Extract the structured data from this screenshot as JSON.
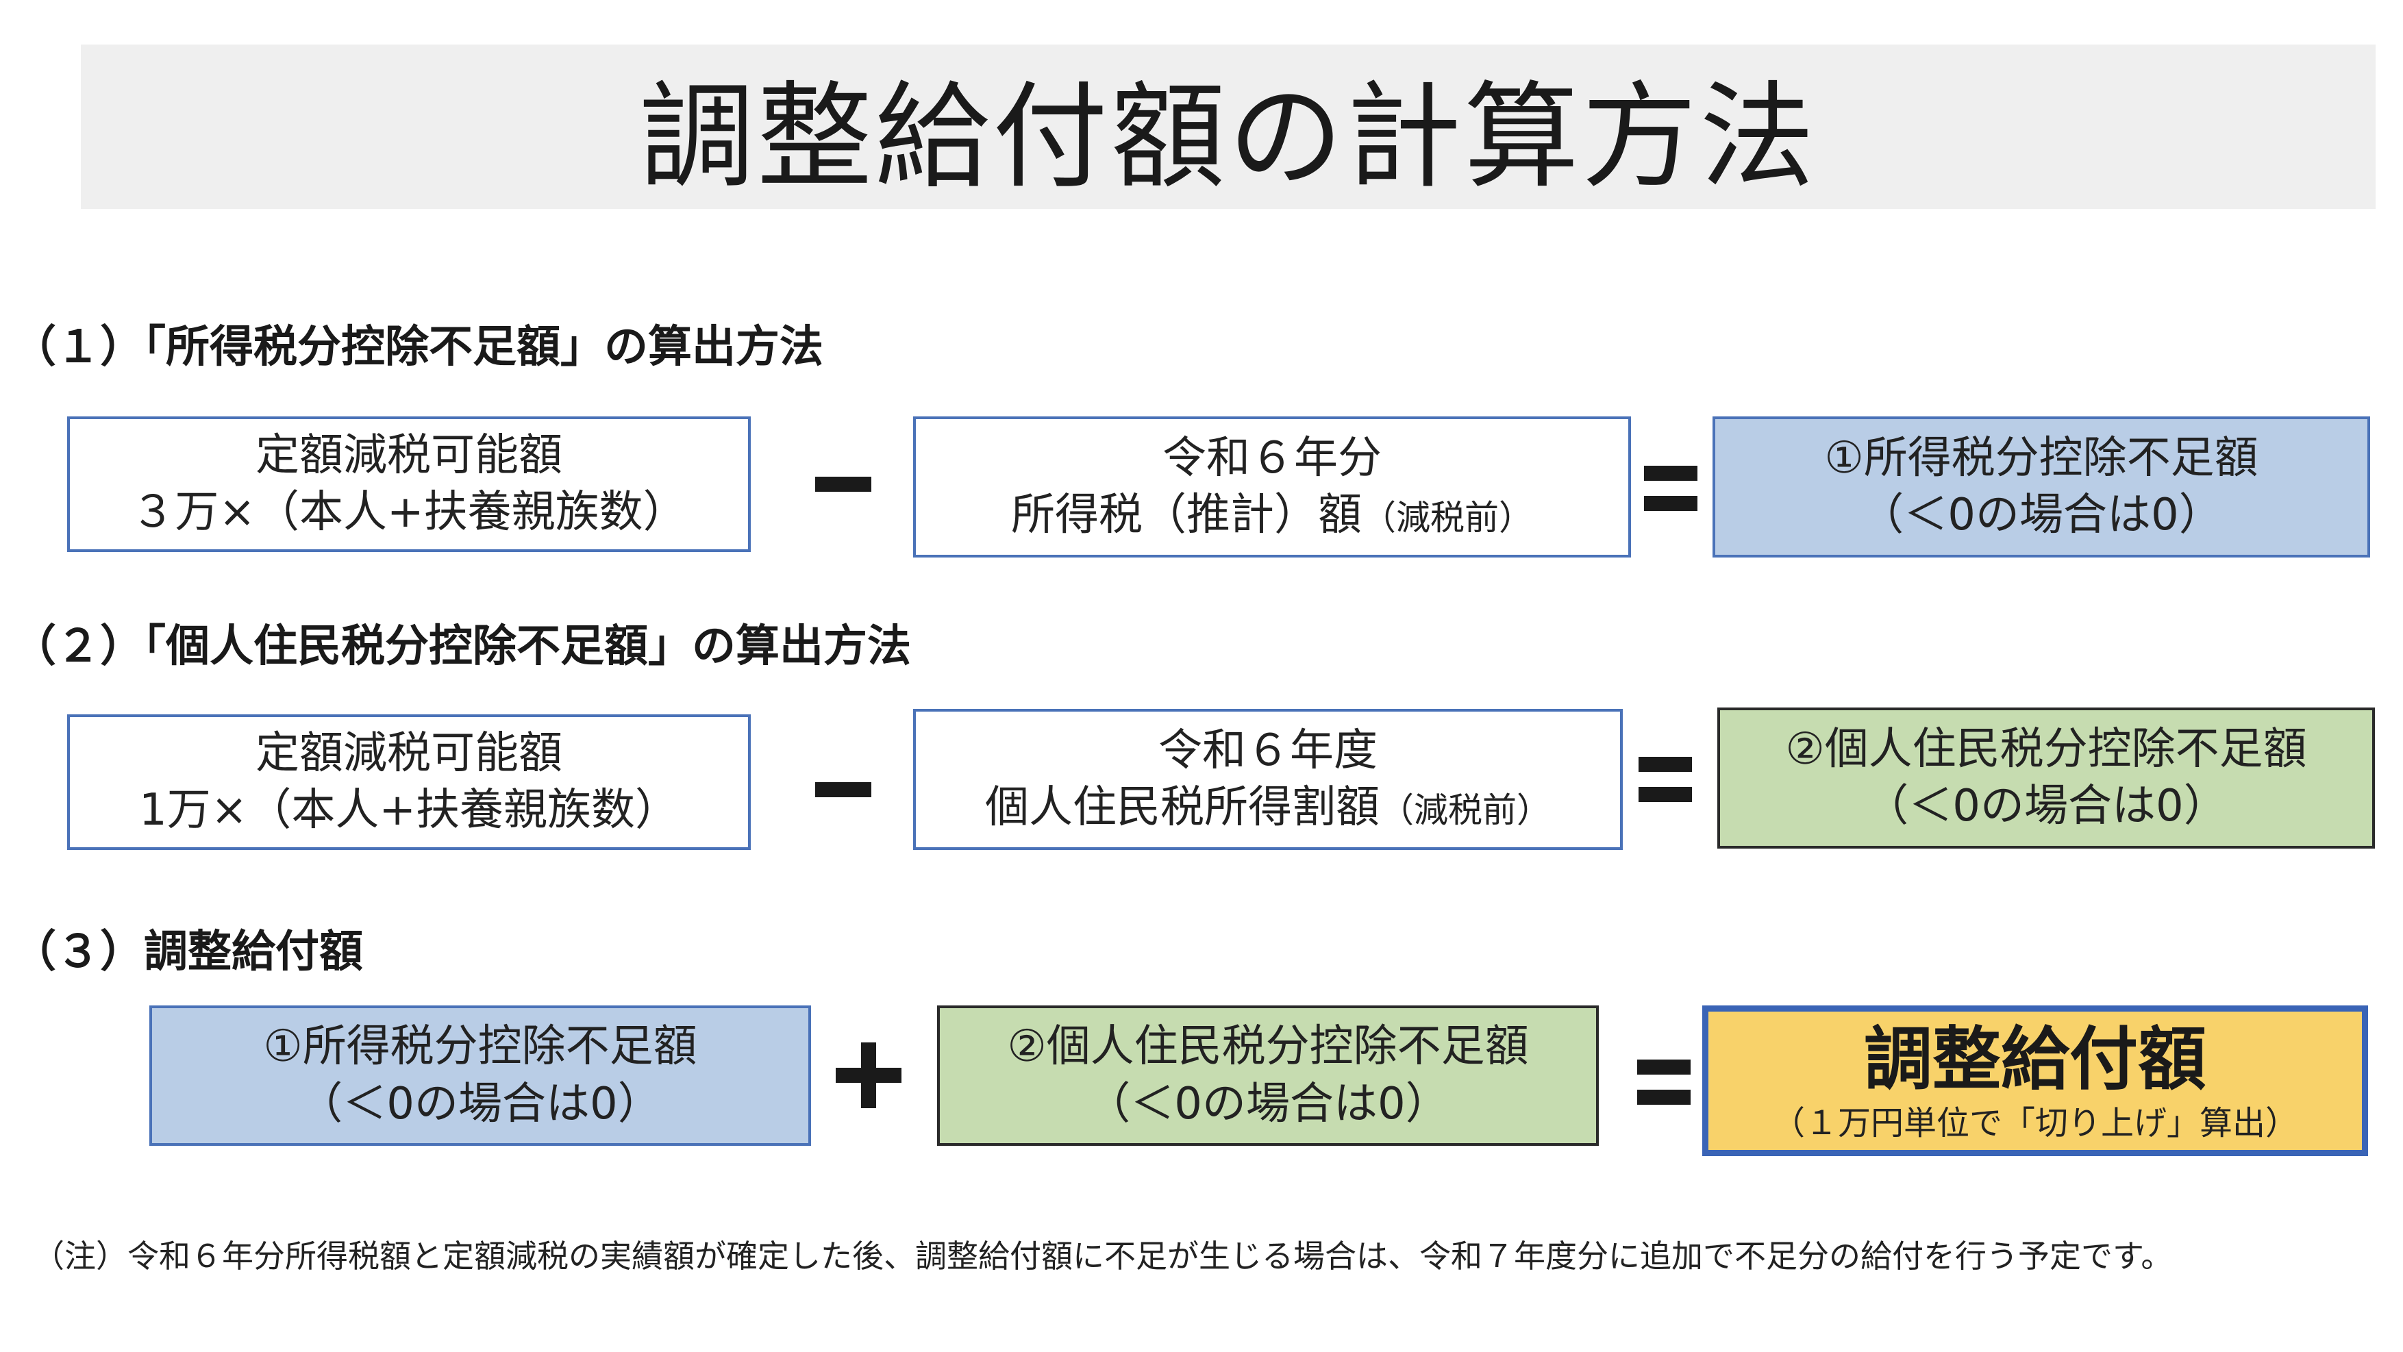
{
  "title": "調整給付額の計算方法",
  "section1": {
    "heading": "（１）「所得税分控除不足額」の算出方法",
    "box_a": {
      "line1": "定額減税可能額",
      "line2": "３万×（本人+扶養親族数）"
    },
    "box_b": {
      "line1": "令和６年分",
      "line2": "所得税（推計）額",
      "line2_note": "（減税前）"
    },
    "box_c": {
      "line1": "①所得税分控除不足額",
      "line2": "（＜0の場合は0）"
    }
  },
  "section2": {
    "heading": "（２）「個人住民税分控除不足額」の算出方法",
    "box_a": {
      "line1": "定額減税可能額",
      "line2": "1万×（本人+扶養親族数）"
    },
    "box_b": {
      "line1": "令和６年度",
      "line2": "個人住民税所得割額",
      "line2_note": "（減税前）"
    },
    "box_c": {
      "line1": "②個人住民税分控除不足額",
      "line2": "（＜0の場合は0）"
    }
  },
  "section3": {
    "heading": "（３）調整給付額",
    "box_a": {
      "line1": "①所得税分控除不足額",
      "line2": "（＜0の場合は0）"
    },
    "box_b": {
      "line1": "②個人住民税分控除不足額",
      "line2": "（＜0の場合は0）"
    },
    "result": {
      "title": "調整給付額",
      "note": "（１万円単位で「切り上げ」算出）"
    }
  },
  "footnote": "（注）令和６年分所得税額と定額減税の実績額が確定した後、調整給付額に不足が生じる場合は、令和７年度分に追加で不足分の給付を行う予定です。",
  "colors": {
    "blue_box": "#b9cde6",
    "green_box": "#c6dcb0",
    "gold_box": "#f8d26a",
    "box_border": "#4a72b8",
    "title_band": "#efefef"
  }
}
